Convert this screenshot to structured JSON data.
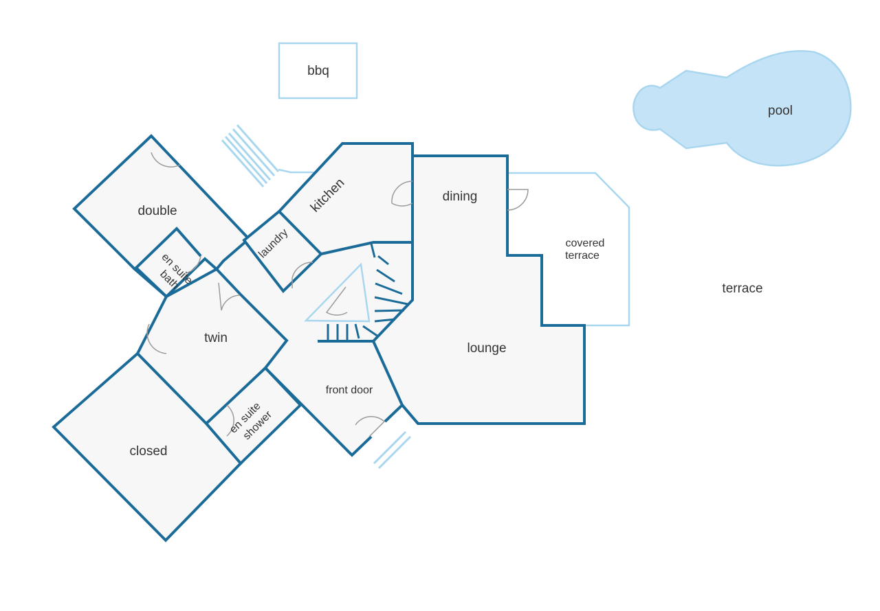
{
  "rooms": {
    "bbq": "bbq",
    "pool": "pool",
    "kitchen": "kitchen",
    "dining": "dining",
    "double": "double",
    "laundry": "laundry",
    "en_suite_bath_1": "en suite",
    "en_suite_bath_2": "bath",
    "covered_terrace_1": "covered",
    "covered_terrace_2": "terrace",
    "terrace": "terrace",
    "twin": "twin",
    "lounge": "lounge",
    "front_door": "front door",
    "en_suite_shower_1": "en suite",
    "en_suite_shower_2": "shower",
    "closed": "closed"
  },
  "colors": {
    "wall": "#1b6b99",
    "outdoor_outline": "#a9d6ef",
    "pool_fill": "#c4e3f6",
    "floor": "#f7f7f7",
    "door_swing": "#9a9a9a"
  }
}
